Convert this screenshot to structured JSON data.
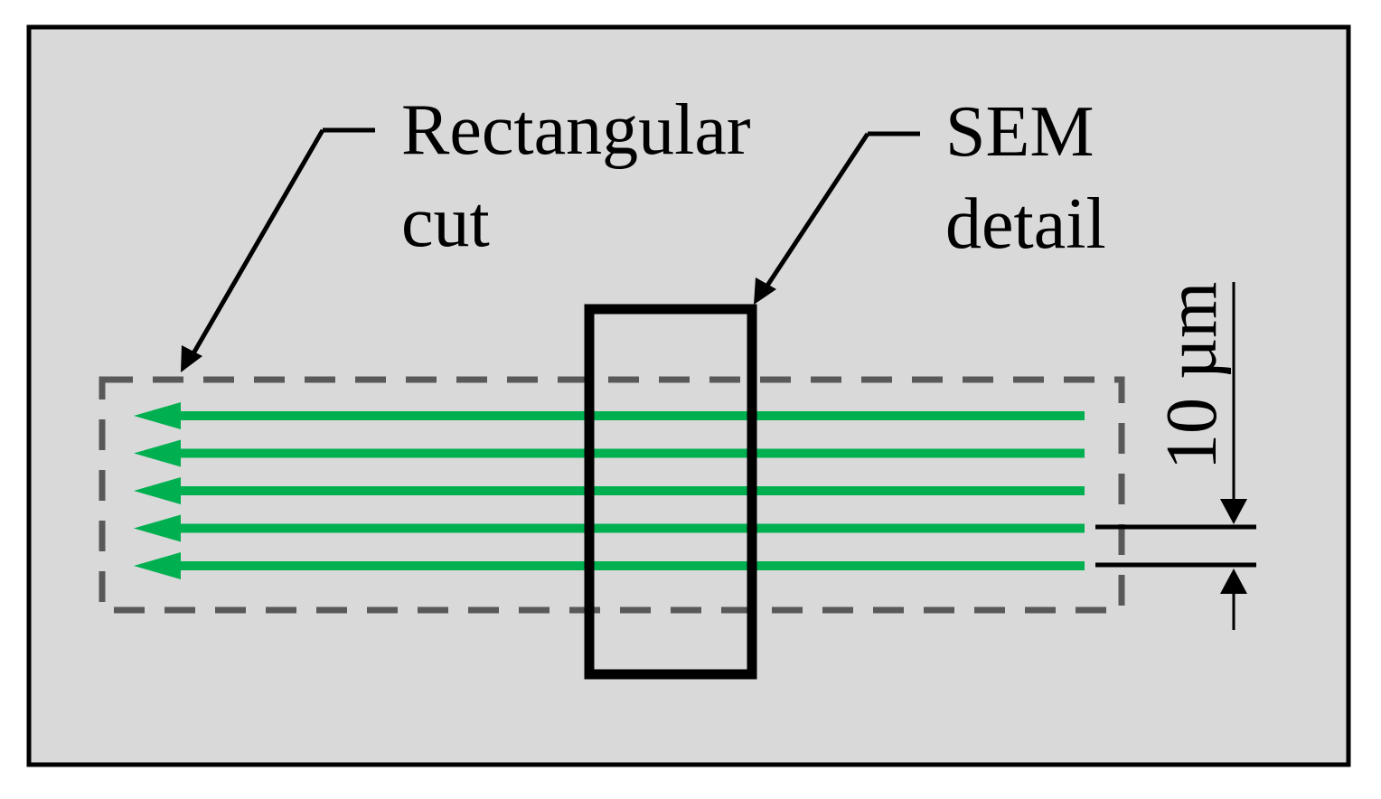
{
  "labels": {
    "rectangular_cut_line1": "Rectangular",
    "rectangular_cut_line2": "cut",
    "sem_detail_line1": "SEM",
    "sem_detail_line2": "detail",
    "spacing": "10 µm"
  },
  "laser_tracks": {
    "count": 5,
    "direction": "right-to-left"
  },
  "colors": {
    "background": "#d9d9d9",
    "frame": "#000000",
    "track": "#00b050",
    "cut_outline": "#595959",
    "sem_box": "#000000",
    "text": "#000000"
  }
}
